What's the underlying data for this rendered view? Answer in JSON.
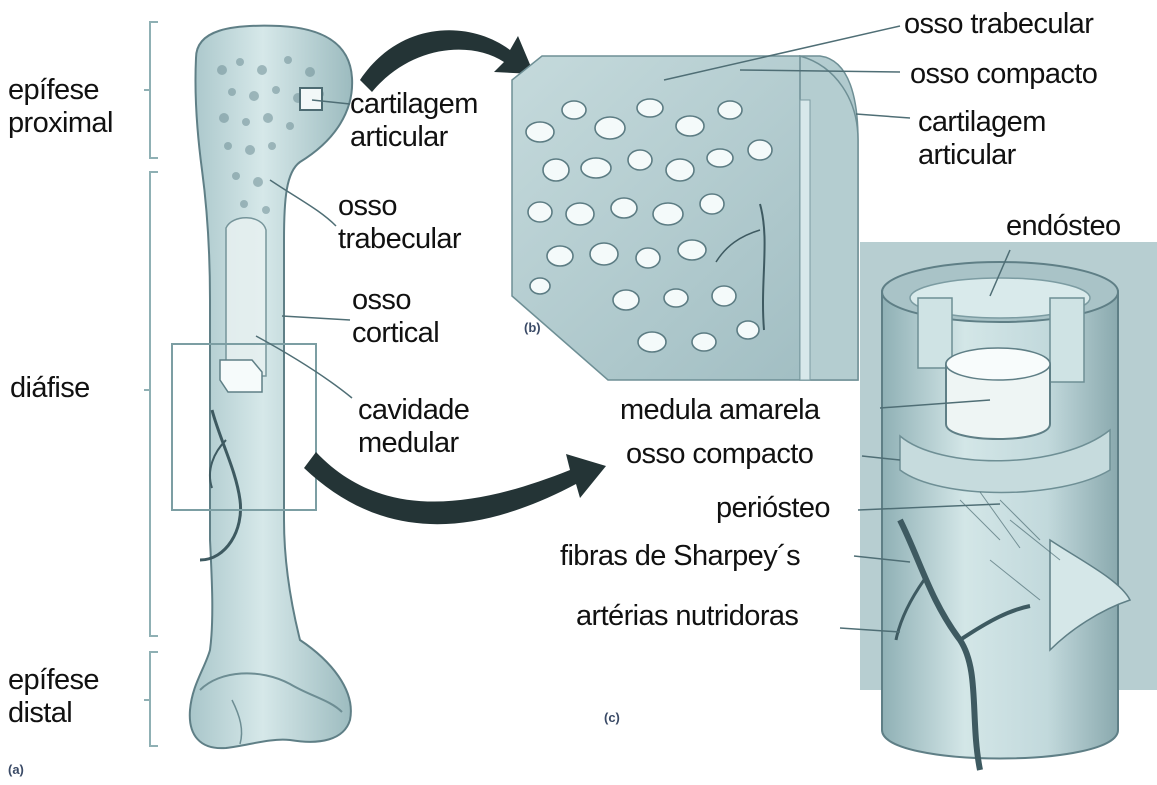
{
  "panel_labels": {
    "a": "(a)",
    "b": "(b)",
    "c": "(c)"
  },
  "labels_a": {
    "epifise_proximal": [
      "epífese",
      "proximal"
    ],
    "diafise": "diáfise",
    "epifise_distal": [
      "epífese",
      "distal"
    ],
    "cartilagem_articular": [
      "cartilagem",
      "articular"
    ],
    "osso_trabecular": [
      "osso",
      "trabecular"
    ],
    "osso_cortical": [
      "osso",
      "cortical"
    ],
    "cavidade_medular": [
      "cavidade",
      "medular"
    ]
  },
  "labels_b": {
    "osso_trabecular": "osso trabecular",
    "osso_compacto": "osso compacto",
    "cartilagem_articular": [
      "cartilagem",
      "articular"
    ]
  },
  "labels_c": {
    "endosteo": "endósteo",
    "medula_amarela": "medula amarela",
    "osso_compacto": "osso compacto",
    "periosteo": "periósteo",
    "fibras_sharpey": "fibras de Sharpey´s",
    "arterias_nutridoras": "artérias nutridoras"
  },
  "colors": {
    "bone_fill": "#cfe3e4",
    "bone_shade": "#9fbcc0",
    "bone_line": "#5f7f86",
    "spongy_hole": "#f4fafa",
    "marrow_yellow": "#eef5f4",
    "vessel": "#3e5a61",
    "arrow": "#243436",
    "bracket": "#8fb0b4",
    "panel_bg": "#b7ced1",
    "text": "#111111"
  }
}
